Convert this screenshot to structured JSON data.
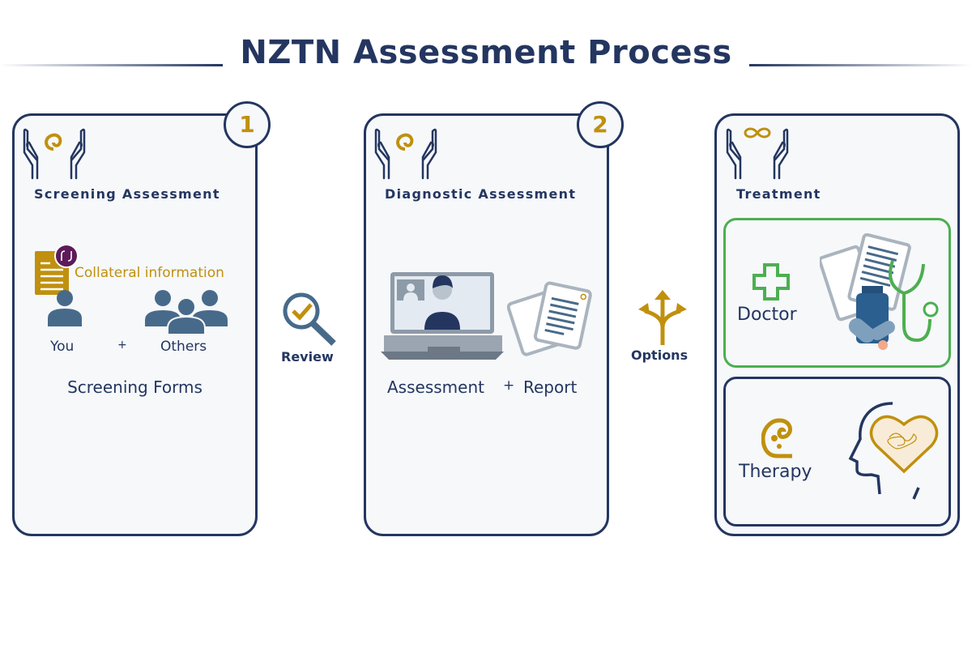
{
  "title": "NZTN Assessment Process",
  "steps": [
    {
      "number": "1",
      "label": "Screening Assessment",
      "collateral": "Collateral information",
      "you": "You",
      "plus": "+",
      "others": "Others",
      "footer": "Screening Forms"
    },
    {
      "number": "2",
      "label": "Diagnostic Assessment",
      "assessment": "Assessment",
      "plus": "+",
      "report": "Report"
    },
    {
      "label": "Treatment",
      "doctor": "Doctor",
      "therapy": "Therapy"
    }
  ],
  "connectors": {
    "review": "Review",
    "options": "Options"
  },
  "colors": {
    "navy": "#243660",
    "gold": "#c0900e",
    "steel": "#486a8a",
    "green": "#4caf50",
    "purple": "#5e1a5a"
  }
}
